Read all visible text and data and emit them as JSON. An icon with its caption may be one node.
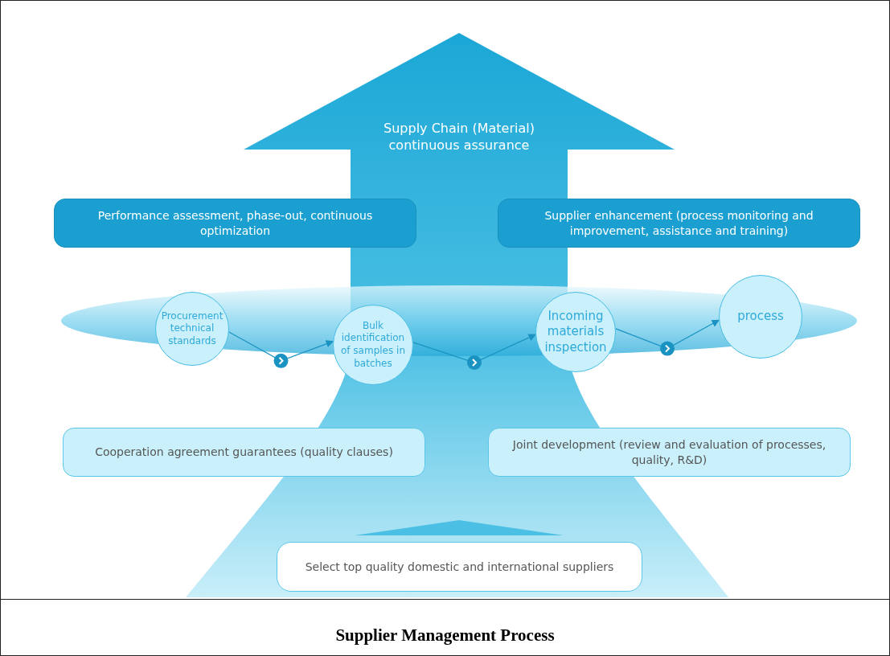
{
  "diagram": {
    "caption": "Supplier Management Process",
    "nodes": [
      {
        "text": [
          "Supply Chain (Material) continuous assurance"
        ]
      },
      {
        "text": [
          "Performance assessment, phase-out, continuous optimization"
        ]
      },
      {
        "text": [
          "Supplier enhancement (process monitoring and improvement, assistance and training)"
        ]
      },
      {
        "text": [
          "Procurement technical standards"
        ]
      },
      {
        "text": [
          "Bulk identification of samples in batches"
        ]
      },
      {
        "text": [
          "Incoming materials inspection"
        ]
      },
      {
        "text": [
          "process"
        ]
      },
      {
        "text": [
          "Cooperation agreement guarantees (quality clauses)"
        ]
      },
      {
        "text": [
          "Joint development (review and evaluation of processes, quality, R&D)"
        ]
      },
      {
        "text": [
          "Select top quality domestic and international suppliers"
        ]
      }
    ],
    "edges": [
      {
        "from": 3,
        "to": 4,
        "arrow": "to"
      },
      {
        "from": 4,
        "to": 5,
        "arrow": "to"
      },
      {
        "from": 5,
        "to": 6,
        "arrow": "to"
      }
    ]
  }
}
